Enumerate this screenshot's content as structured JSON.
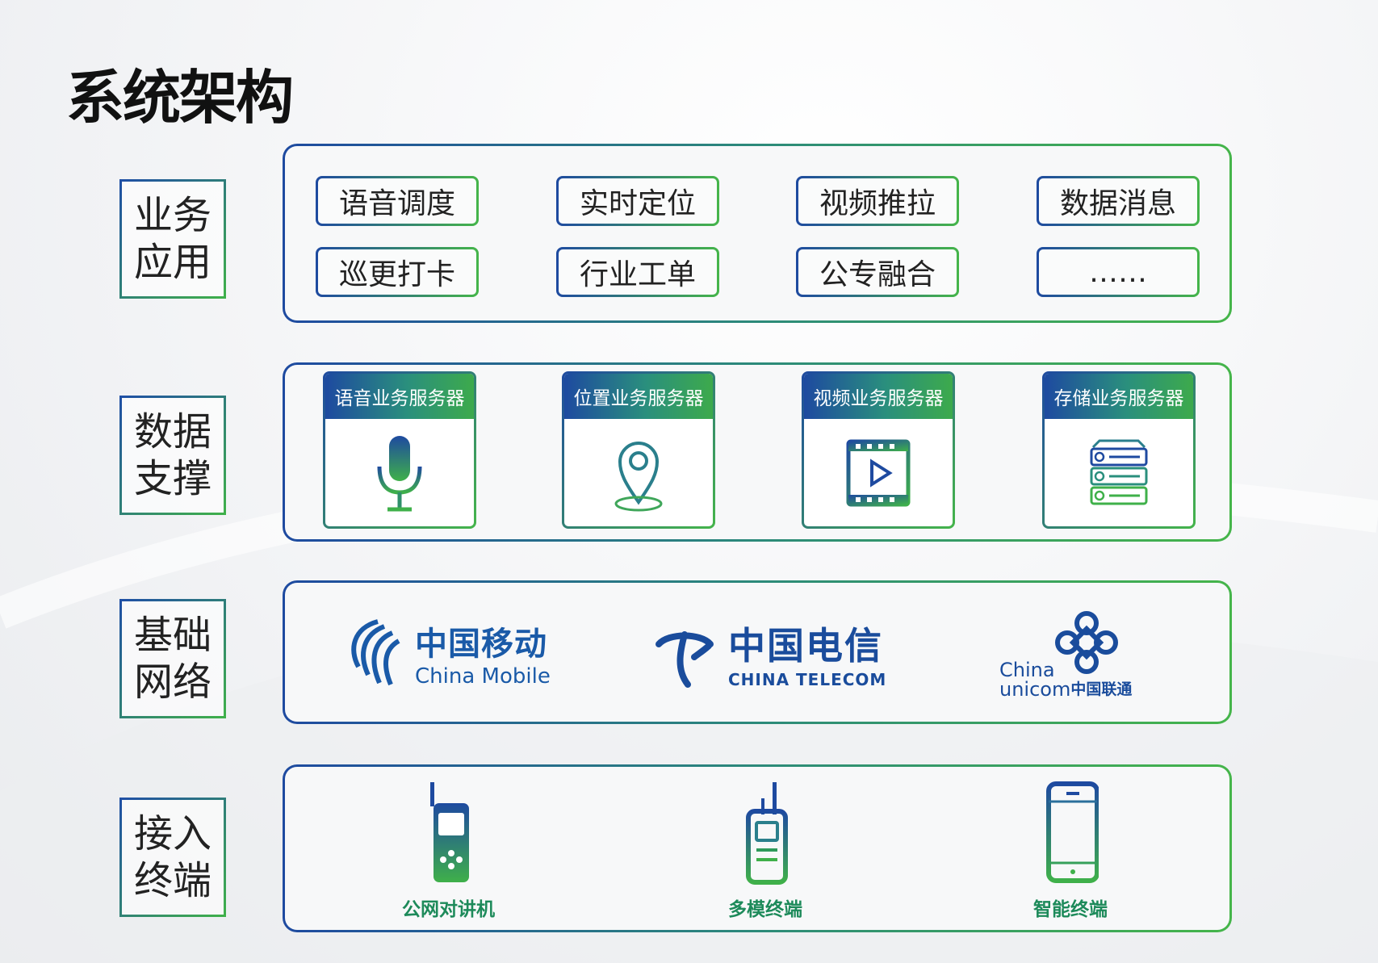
{
  "title": "系统架构",
  "layers": [
    {
      "label_line1": "业务",
      "label_line2": "应用"
    },
    {
      "label_line1": "数据",
      "label_line2": "支撑"
    },
    {
      "label_line1": "基础",
      "label_line2": "网络"
    },
    {
      "label_line1": "接入",
      "label_line2": "终端"
    }
  ],
  "apps": [
    "语音调度",
    "实时定位",
    "视频推拉",
    "数据消息",
    "巡更打卡",
    "行业工单",
    "公专融合",
    "……"
  ],
  "servers": [
    {
      "name": "语音业务服务器",
      "icon": "microphone-icon"
    },
    {
      "name": "位置业务服务器",
      "icon": "location-pin-icon"
    },
    {
      "name": "视频业务服务器",
      "icon": "video-play-icon"
    },
    {
      "name": "存储业务服务器",
      "icon": "storage-server-icon"
    }
  ],
  "carriers": {
    "mobile": {
      "cn": "中国移动",
      "en": "China Mobile"
    },
    "telecom": {
      "cn": "中国电信",
      "en": "CHINA TELECOM"
    },
    "unicom": {
      "en1": "China",
      "en2": "unicom",
      "cn": "中国联通"
    }
  },
  "terminals": [
    {
      "label": "公网对讲机",
      "icon": "walkie-talkie-icon"
    },
    {
      "label": "多模终端",
      "icon": "multimode-radio-icon"
    },
    {
      "label": "智能终端",
      "icon": "smartphone-icon"
    }
  ],
  "colors": {
    "blue": "#1e4aa0",
    "green": "#45b54a",
    "teal": "#1d8a5a"
  }
}
